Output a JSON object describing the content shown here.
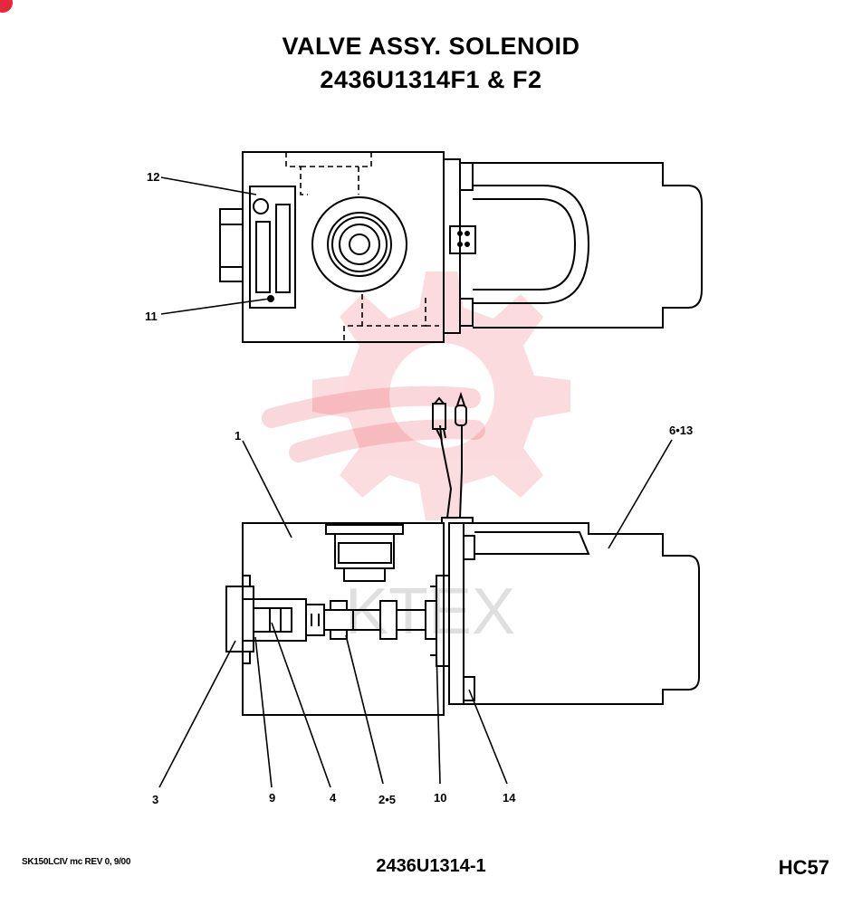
{
  "title": {
    "line1": "VALVE ASSY. SOLENOID",
    "line2": "2436U1314F1 & F2"
  },
  "callouts": {
    "c12": "12",
    "c11": "11",
    "c1": "1",
    "c6_13": "6•13",
    "c3": "3",
    "c9": "9",
    "c4": "4",
    "c2_5": "2•5",
    "c10": "10",
    "c14": "14"
  },
  "watermark": {
    "text": "KTEX",
    "color": "#e8283a"
  },
  "footer": {
    "left": "SK150LCIV mc REV 0, 9/00",
    "center": "2436U1314-1",
    "right": "HC57"
  }
}
